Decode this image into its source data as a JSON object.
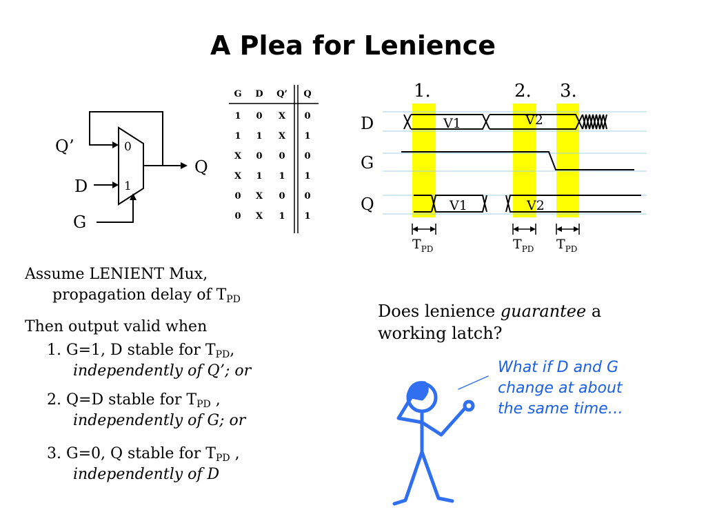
{
  "title": "A Plea for Lenience",
  "mux": {
    "in0_label": "0",
    "in1_label": "1",
    "qprime_label": "Q’",
    "d_label": "D",
    "g_label": "G",
    "q_label": "Q"
  },
  "truth_table": {
    "headers": [
      "G",
      "D",
      "Q’",
      "Q"
    ],
    "rows": [
      [
        "1",
        "0",
        "X",
        "0"
      ],
      [
        "1",
        "1",
        "X",
        "1"
      ],
      [
        "X",
        "0",
        "0",
        "0"
      ],
      [
        "X",
        "1",
        "1",
        "1"
      ],
      [
        "0",
        "X",
        "0",
        "0"
      ],
      [
        "0",
        "X",
        "1",
        "1"
      ]
    ]
  },
  "timing": {
    "markers": [
      "1.",
      "2.",
      "3."
    ],
    "signals": [
      "D",
      "G",
      "Q"
    ],
    "d_values": [
      "V1",
      "V2"
    ],
    "q_values": [
      "V1",
      "V2"
    ],
    "tpd_main": "T",
    "tpd_sub": "PD",
    "highlight_color": "#ffff00"
  },
  "text": {
    "assume_line1": "Assume LENIENT Mux,",
    "assume_line2": "propagation delay of T",
    "then": "Then output valid when",
    "item1_num": "1.",
    "item1_a": "G=1, D stable for T",
    "item1_a_end": ",",
    "item1_b": "independently of Q’; or",
    "item2_num": "2.",
    "item2_a": "Q=D stable for T",
    "item2_a_end": " ,",
    "item2_b": "independently of G; or",
    "item3_num": "3.",
    "item3_a": "G=0, Q stable for T",
    "item3_a_end": " ,",
    "item3_b": "independently of D",
    "sub": "PD",
    "question_pre": "Does lenience ",
    "question_em": "guarantee",
    "question_post": " a",
    "question_line2": "working latch?"
  },
  "speech": {
    "line1": "What if D and G",
    "line2": "change at about",
    "line3": "the same time…",
    "color": "#1a5fe6"
  }
}
